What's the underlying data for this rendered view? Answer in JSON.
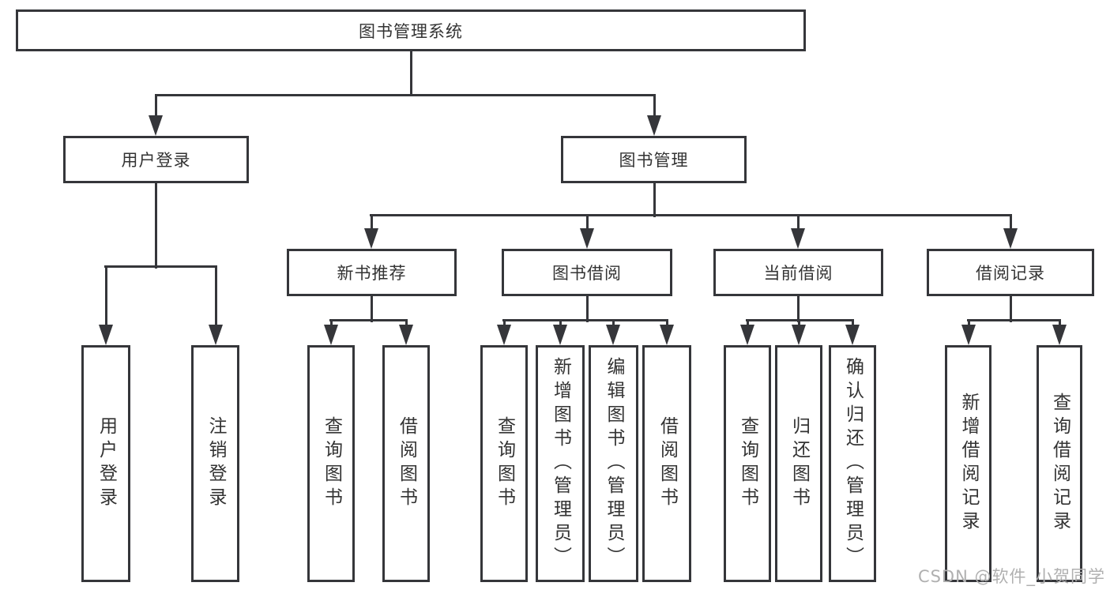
{
  "diagram": {
    "tree": {
      "label": "图书管理系统",
      "children": [
        {
          "label": "用户登录",
          "children": [
            {
              "label": "用户登录"
            },
            {
              "label": "注销登录"
            }
          ]
        },
        {
          "label": "图书管理",
          "children": [
            {
              "label": "新书推荐",
              "children": [
                {
                  "label": "查询图书"
                },
                {
                  "label": "借阅图书"
                }
              ]
            },
            {
              "label": "图书借阅",
              "children": [
                {
                  "label": "查询图书"
                },
                {
                  "label": "新增图书（管理员）"
                },
                {
                  "label": "编辑图书（管理员）"
                },
                {
                  "label": "借阅图书"
                }
              ]
            },
            {
              "label": "当前借阅",
              "children": [
                {
                  "label": "查询图书"
                },
                {
                  "label": "归还图书"
                },
                {
                  "label": "确认归还（管理员）"
                }
              ]
            },
            {
              "label": "借阅记录",
              "children": [
                {
                  "label": "新增借阅记录"
                },
                {
                  "label": "查询借阅记录"
                }
              ]
            }
          ]
        }
      ]
    },
    "watermark": "CSDN @软件_小贺同学",
    "colors": {
      "line": "#35363a",
      "text": "#333333",
      "watermark": "#b0b0b0",
      "background": "#ffffff"
    }
  }
}
